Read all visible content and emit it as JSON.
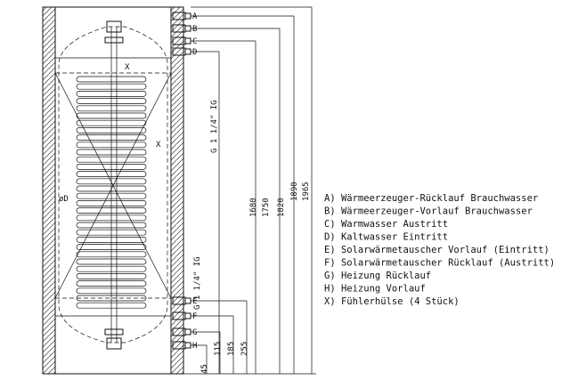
{
  "ports": [
    "A",
    "B",
    "C",
    "D",
    "E",
    "F",
    "G",
    "H"
  ],
  "thread_label": "G 1 1/4\" IG",
  "diameter_label": "øD",
  "sensor_marker": "X",
  "sensor_marker_2": "X",
  "dimensions_top": [
    "1680",
    "1750",
    "1820",
    "1890",
    "1965"
  ],
  "dimensions_bottom": [
    "45",
    "115",
    "185",
    "255"
  ],
  "legend": [
    "A) Wärmeerzeuger-Rücklauf Brauchwasser",
    "B) Wärmeerzeuger-Vorlauf Brauchwasser",
    "C) Warmwasser Austritt",
    "D) Kaltwasser Eintritt",
    "E) Solarwärmetauscher Vorlauf (Eintritt)",
    "F) Solarwärmetauscher Rücklauf (Austritt)",
    "G) Heizung Rücklauf",
    "H) Heizung Vorlauf",
    "X) Fühlerhülse (4 Stück)"
  ]
}
